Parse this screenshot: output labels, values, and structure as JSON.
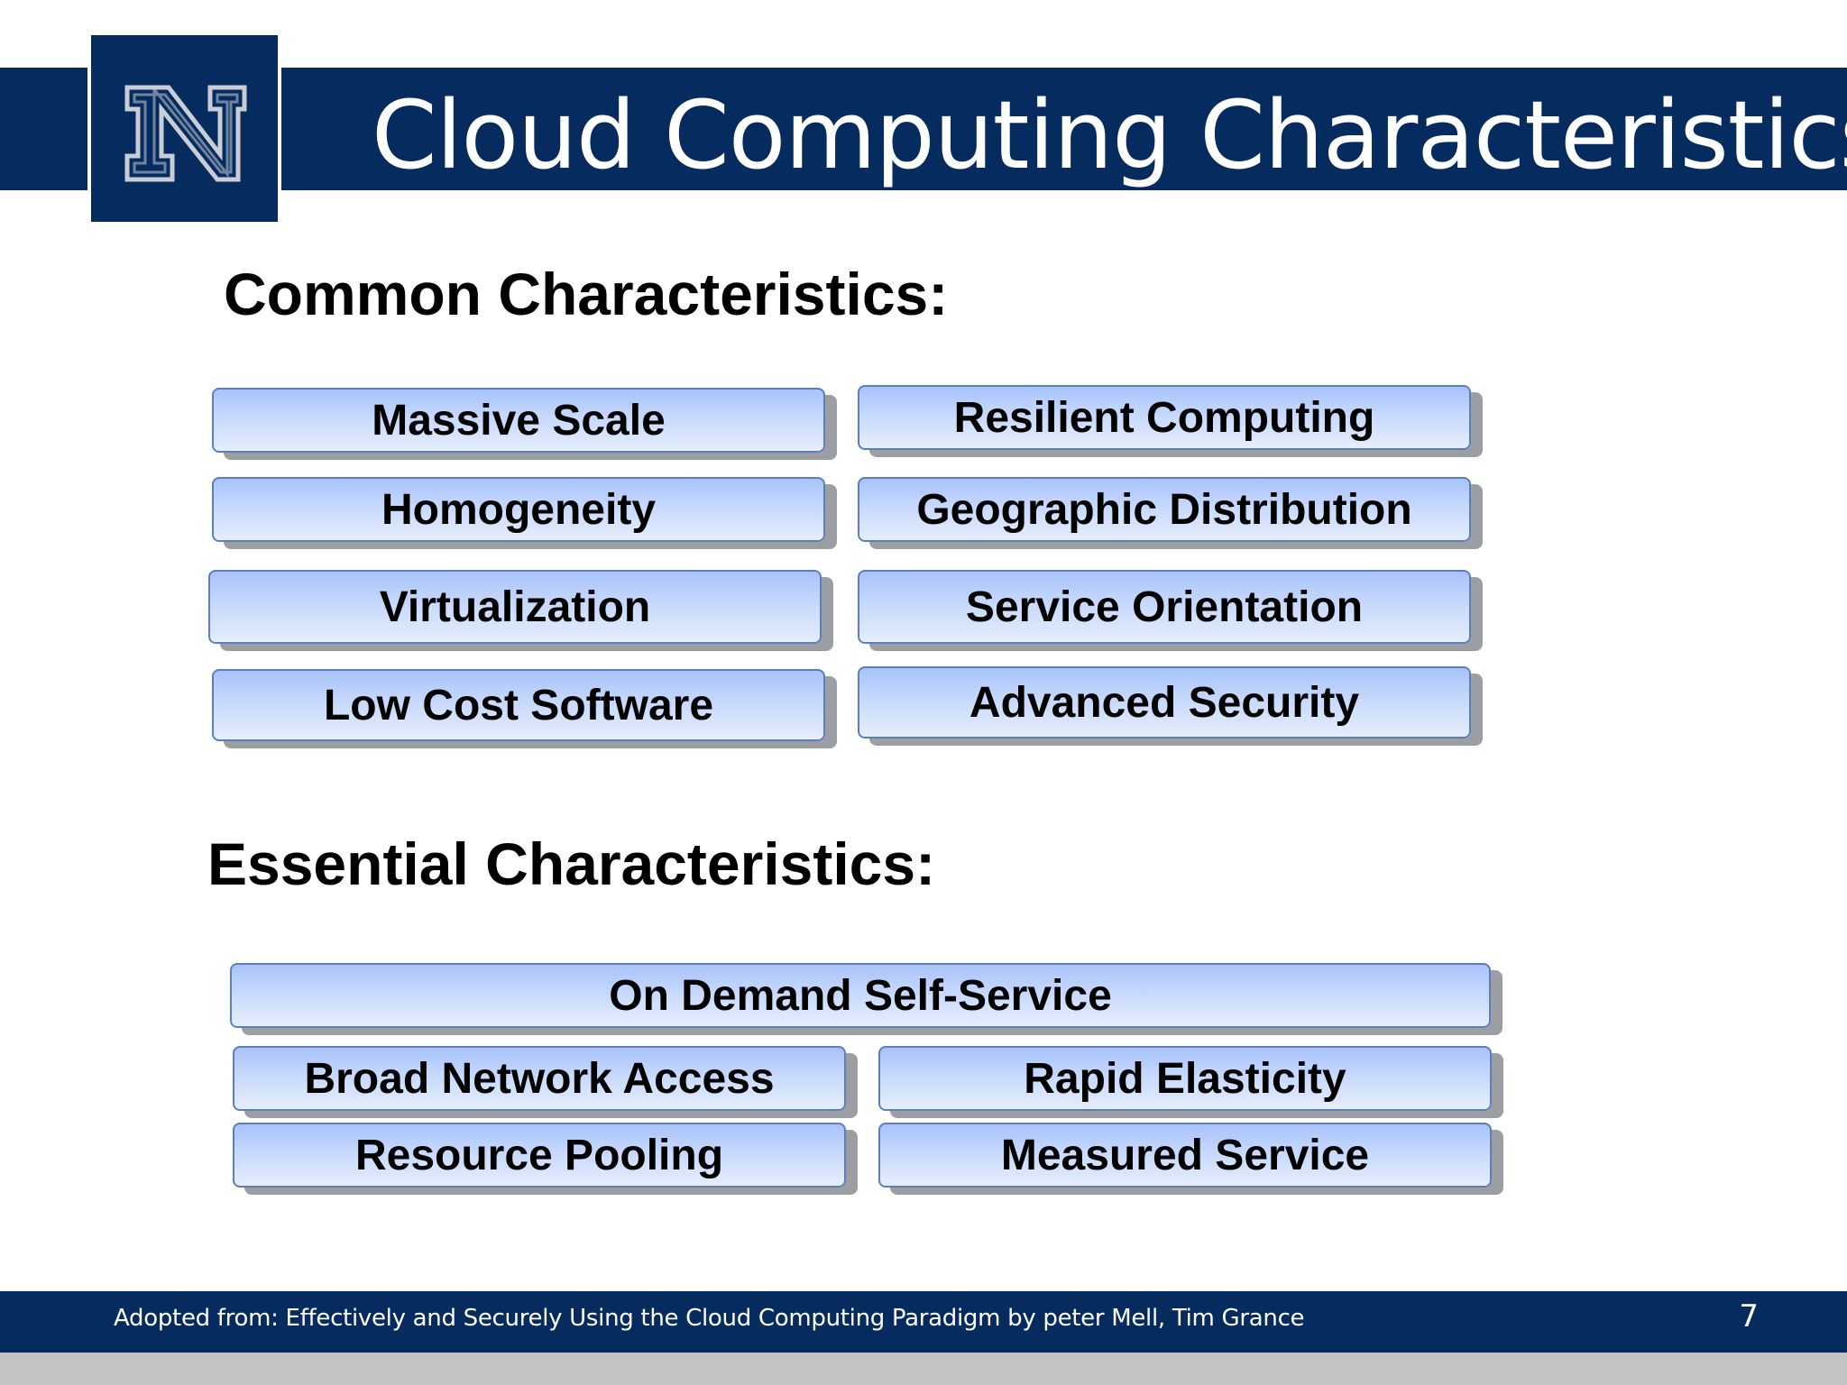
{
  "slide": {
    "title": "Cloud Computing Characteristics",
    "page_number": "7",
    "footer": "Adopted from: Effectively and Securely Using the Cloud Computing Paradigm by peter Mell, Tim Grance"
  },
  "logo": {
    "icon": "university-n-logo",
    "letter": "N"
  },
  "common": {
    "heading": "Common Characteristics:",
    "items": [
      "Massive Scale",
      "Resilient Computing",
      "Homogeneity",
      "Geographic Distribution",
      "Virtualization",
      "Service Orientation",
      "Low Cost Software",
      "Advanced Security"
    ]
  },
  "essential": {
    "heading": "Essential Characteristics:",
    "items": [
      "On Demand Self-Service",
      "Broad Network Access",
      "Rapid Elasticity",
      "Resource Pooling",
      "Measured Service"
    ]
  },
  "colors": {
    "brand_navy": "#062b5e",
    "pill_top": "#a8c3fb",
    "pill_bottom": "#e6eefd",
    "pill_border": "#5d7fb8",
    "pill_shadow": "#9b9ea3"
  }
}
